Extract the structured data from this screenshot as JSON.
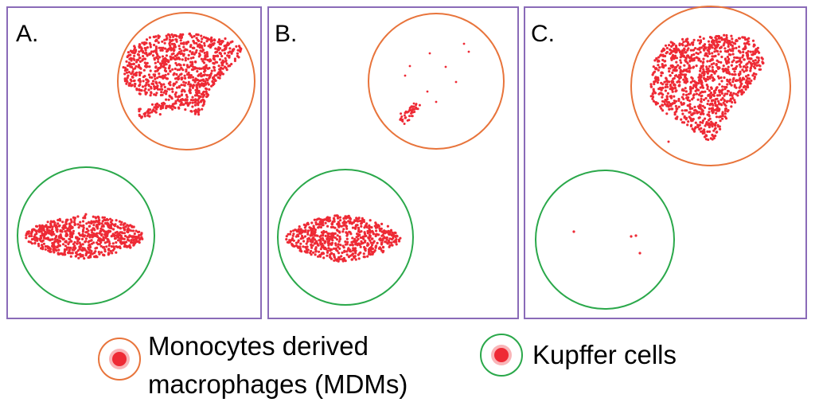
{
  "panels": [
    {
      "id": "A",
      "label": "A.",
      "mdm_density": "high",
      "mdm_tail": true,
      "kupffer_density": "high"
    },
    {
      "id": "B",
      "label": "B.",
      "mdm_density": "sparse",
      "mdm_tail": true,
      "kupffer_density": "high"
    },
    {
      "id": "C",
      "label": "C.",
      "mdm_density": "high",
      "mdm_tail": false,
      "kupffer_density": "sparse"
    }
  ],
  "legend": {
    "mdm": {
      "line1": "Monocytes derived",
      "line2": "macrophages (MDMs)"
    },
    "kupffer": {
      "label": "Kupffer cells"
    }
  },
  "colors": {
    "panel_border": "#8a6bb8",
    "mdm_circle": "#e8743b",
    "kupffer_circle": "#2aa84a",
    "cell_dot": "#ee2a35"
  }
}
